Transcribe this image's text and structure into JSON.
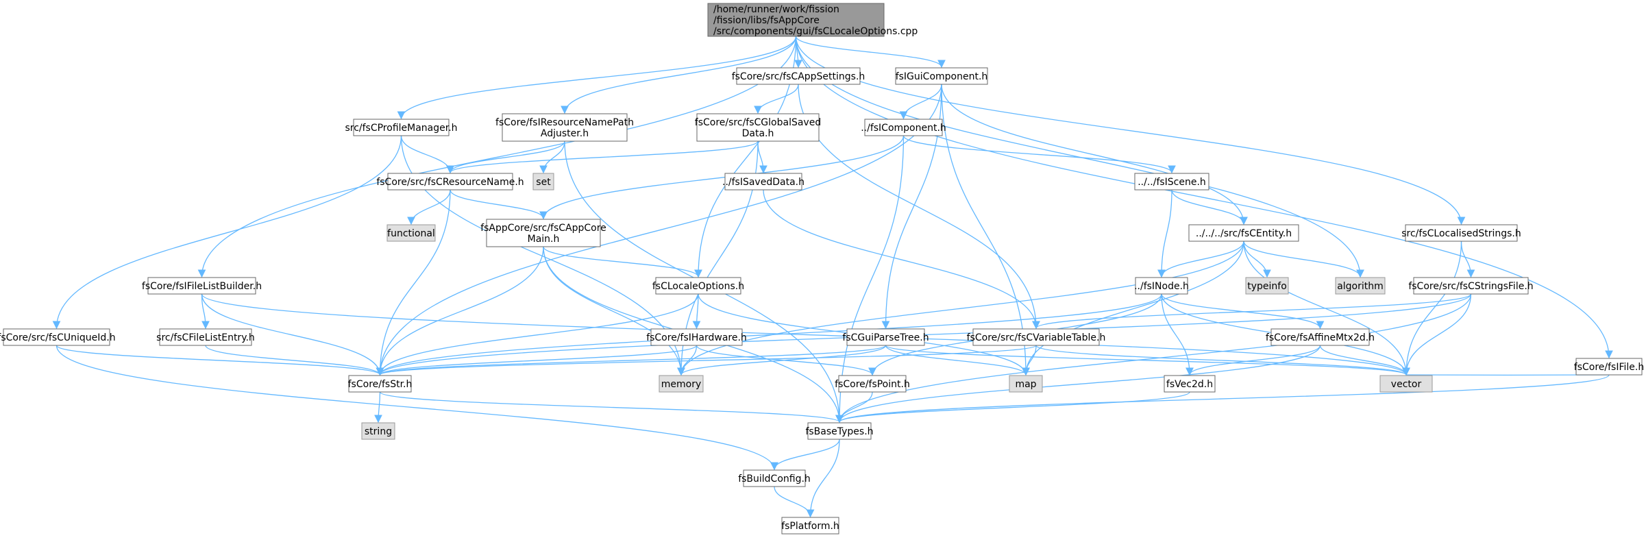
{
  "colors": {
    "edge": "#63b8ff",
    "node_fill": "#ffffff",
    "node_stroke": "#666666",
    "root_fill": "#999999",
    "root_stroke": "#666666",
    "system_fill": "#e0e0e0",
    "system_stroke": "#999999"
  },
  "nodes": {
    "root": {
      "lines": [
        "/home/runner/work/fission",
        "/fission/libs/fsAppCore",
        "/src/components/gui/fsCLocaleOptions.cpp"
      ],
      "kind": "root"
    },
    "appsettings": {
      "lines": [
        "fsCore/src/fsCAppSettings.h"
      ],
      "kind": "normal"
    },
    "iguicomp": {
      "lines": [
        "fsIGuiComponent.h"
      ],
      "kind": "normal"
    },
    "profilemgr": {
      "lines": [
        "src/fsCProfileManager.h"
      ],
      "kind": "normal"
    },
    "iresnamepath": {
      "lines": [
        "fsCore/fsIResourceNamePath",
        "Adjuster.h"
      ],
      "kind": "normal"
    },
    "globalsaved": {
      "lines": [
        "fsCore/src/fsCGlobalSaved",
        "Data.h"
      ],
      "kind": "normal"
    },
    "icomponent": {
      "lines": [
        "../fsIComponent.h"
      ],
      "kind": "normal"
    },
    "set": {
      "lines": [
        "set"
      ],
      "kind": "system"
    },
    "resname": {
      "lines": [
        "fsCore/src/fsCResourceName.h"
      ],
      "kind": "normal"
    },
    "isaveddata": {
      "lines": [
        "../fsISavedData.h"
      ],
      "kind": "normal"
    },
    "iscene": {
      "lines": [
        "../../fsIScene.h"
      ],
      "kind": "normal"
    },
    "functional": {
      "lines": [
        "functional"
      ],
      "kind": "system"
    },
    "appcoremain": {
      "lines": [
        "fsAppCore/src/fsCAppCore",
        "Main.h"
      ],
      "kind": "normal"
    },
    "centity": {
      "lines": [
        "../../../src/fsCEntity.h"
      ],
      "kind": "normal"
    },
    "localisedstrings": {
      "lines": [
        "src/fsCLocalisedStrings.h"
      ],
      "kind": "normal"
    },
    "ifilelistbuilder": {
      "lines": [
        "fsCore/fsIFileListBuilder.h"
      ],
      "kind": "normal"
    },
    "localeoptions": {
      "lines": [
        "fsCLocaleOptions.h"
      ],
      "kind": "normal"
    },
    "inode": {
      "lines": [
        "../fsINode.h"
      ],
      "kind": "normal"
    },
    "typeinfo": {
      "lines": [
        "typeinfo"
      ],
      "kind": "system"
    },
    "algorithm": {
      "lines": [
        "algorithm"
      ],
      "kind": "system"
    },
    "stringsfile": {
      "lines": [
        "fsCore/src/fsCStringsFile.h"
      ],
      "kind": "normal"
    },
    "uniqueid": {
      "lines": [
        "fsCore/src/fsCUniqueId.h"
      ],
      "kind": "normal"
    },
    "filelistentry": {
      "lines": [
        "src/fsCFileListEntry.h"
      ],
      "kind": "normal"
    },
    "ihardware": {
      "lines": [
        "fsCore/fsIHardware.h"
      ],
      "kind": "normal"
    },
    "guiparsetree": {
      "lines": [
        "fsCGuiParseTree.h"
      ],
      "kind": "normal"
    },
    "variabletable": {
      "lines": [
        "fsCore/src/fsCVariableTable.h"
      ],
      "kind": "normal"
    },
    "affinemtx": {
      "lines": [
        "fsCore/fsAffineMtx2d.h"
      ],
      "kind": "normal"
    },
    "ifile": {
      "lines": [
        "fsCore/fsIFile.h"
      ],
      "kind": "normal"
    },
    "fsstr": {
      "lines": [
        "fsCore/fsStr.h"
      ],
      "kind": "normal"
    },
    "memory": {
      "lines": [
        "memory"
      ],
      "kind": "system"
    },
    "fspoint": {
      "lines": [
        "fsCore/fsPoint.h"
      ],
      "kind": "normal"
    },
    "map": {
      "lines": [
        "map"
      ],
      "kind": "system"
    },
    "vec2d": {
      "lines": [
        "fsVec2d.h"
      ],
      "kind": "normal"
    },
    "vector": {
      "lines": [
        "vector"
      ],
      "kind": "system"
    },
    "string": {
      "lines": [
        "string"
      ],
      "kind": "system"
    },
    "basetypes": {
      "lines": [
        "fsBaseTypes.h"
      ],
      "kind": "normal"
    },
    "buildconfig": {
      "lines": [
        "fsBuildConfig.h"
      ],
      "kind": "normal"
    },
    "platform": {
      "lines": [
        "fsPlatform.h"
      ],
      "kind": "normal"
    }
  },
  "edges": [
    [
      "root",
      "appsettings"
    ],
    [
      "root",
      "iguicomp"
    ],
    [
      "root",
      "profilemgr"
    ],
    [
      "root",
      "iresnamepath"
    ],
    [
      "root",
      "localeoptions"
    ],
    [
      "root",
      "ifilelistbuilder"
    ],
    [
      "root",
      "algorithm"
    ],
    [
      "root",
      "localisedstrings"
    ],
    [
      "root",
      "ifile"
    ],
    [
      "appsettings",
      "globalsaved"
    ],
    [
      "appsettings",
      "variabletable"
    ],
    [
      "iguicomp",
      "icomponent"
    ],
    [
      "iguicomp",
      "centity"
    ],
    [
      "iguicomp",
      "guiparsetree"
    ],
    [
      "iguicomp",
      "map"
    ],
    [
      "iguicomp",
      "fsstr"
    ],
    [
      "profilemgr",
      "resname"
    ],
    [
      "profilemgr",
      "uniqueid"
    ],
    [
      "profilemgr",
      "memory"
    ],
    [
      "iresnamepath",
      "resname"
    ],
    [
      "iresnamepath",
      "set"
    ],
    [
      "iresnamepath",
      "basetypes"
    ],
    [
      "globalsaved",
      "resname"
    ],
    [
      "globalsaved",
      "isaveddata"
    ],
    [
      "globalsaved",
      "memory"
    ],
    [
      "icomponent",
      "appcoremain"
    ],
    [
      "icomponent",
      "iscene"
    ],
    [
      "icomponent",
      "basetypes"
    ],
    [
      "resname",
      "functional"
    ],
    [
      "resname",
      "appcoremain"
    ],
    [
      "resname",
      "fsstr"
    ],
    [
      "isaveddata",
      "variabletable"
    ],
    [
      "iscene",
      "centity"
    ],
    [
      "iscene",
      "inode"
    ],
    [
      "appcoremain",
      "localeoptions"
    ],
    [
      "appcoremain",
      "fsstr"
    ],
    [
      "appcoremain",
      "memory"
    ],
    [
      "appcoremain",
      "basetypes"
    ],
    [
      "centity",
      "inode"
    ],
    [
      "centity",
      "typeinfo"
    ],
    [
      "centity",
      "algorithm"
    ],
    [
      "centity",
      "vector"
    ],
    [
      "centity",
      "map"
    ],
    [
      "centity",
      "memory"
    ],
    [
      "localisedstrings",
      "stringsfile"
    ],
    [
      "localisedstrings",
      "vector"
    ],
    [
      "ifilelistbuilder",
      "filelistentry"
    ],
    [
      "ifilelistbuilder",
      "fsstr"
    ],
    [
      "ifilelistbuilder",
      "vector"
    ],
    [
      "localeoptions",
      "ihardware"
    ],
    [
      "localeoptions",
      "fsstr"
    ],
    [
      "localeoptions",
      "map"
    ],
    [
      "inode",
      "affinemtx"
    ],
    [
      "inode",
      "vec2d"
    ],
    [
      "inode",
      "vector"
    ],
    [
      "inode",
      "fsstr"
    ],
    [
      "inode",
      "fspoint"
    ],
    [
      "stringsfile",
      "variabletable"
    ],
    [
      "stringsfile",
      "vector"
    ],
    [
      "stringsfile",
      "basetypes"
    ],
    [
      "stringsfile",
      "fsstr"
    ],
    [
      "uniqueid",
      "fsstr"
    ],
    [
      "uniqueid",
      "buildconfig"
    ],
    [
      "filelistentry",
      "fsstr"
    ],
    [
      "ihardware",
      "fsstr"
    ],
    [
      "ihardware",
      "memory"
    ],
    [
      "ihardware",
      "fspoint"
    ],
    [
      "guiparsetree",
      "fsstr"
    ],
    [
      "guiparsetree",
      "memory"
    ],
    [
      "guiparsetree",
      "map"
    ],
    [
      "guiparsetree",
      "vector"
    ],
    [
      "variabletable",
      "fsstr"
    ],
    [
      "variabletable",
      "map"
    ],
    [
      "variabletable",
      "vector"
    ],
    [
      "affinemtx",
      "vec2d"
    ],
    [
      "affinemtx",
      "vector"
    ],
    [
      "affinemtx",
      "basetypes"
    ],
    [
      "ifile",
      "vector"
    ],
    [
      "ifile",
      "basetypes"
    ],
    [
      "fsstr",
      "string"
    ],
    [
      "fsstr",
      "basetypes"
    ],
    [
      "fspoint",
      "basetypes"
    ],
    [
      "vec2d",
      "basetypes"
    ],
    [
      "basetypes",
      "buildconfig"
    ],
    [
      "basetypes",
      "platform"
    ],
    [
      "buildconfig",
      "platform"
    ]
  ]
}
